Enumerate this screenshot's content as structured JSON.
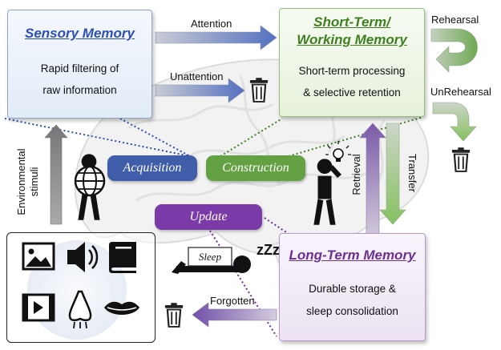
{
  "sensory": {
    "title": "Sensory Memory",
    "line1": "Rapid filtering of",
    "line2": "raw information"
  },
  "working": {
    "title_line1": "Short-Term/",
    "title_line2": "Working Memory",
    "line1": "Short-term processing",
    "line2": "& selective retention"
  },
  "long_term": {
    "title": "Long-Term Memory",
    "line1": "Durable storage &",
    "line2": "sleep consolidation"
  },
  "labels": {
    "attention": "Attention",
    "unattention": "Unattention",
    "rehearsal": "Rehearsal",
    "unrehearsal": "UnRehearsal",
    "transfer": "Transfer",
    "retrieval": "Retrieval",
    "forgotten": "Forgotten",
    "env_line1": "Environmental",
    "env_line2": "stimuli",
    "sleep": "Sleep",
    "zzz": "zZz"
  },
  "processes": {
    "acquisition": "Acquisition",
    "construction": "Construction",
    "update": "Update"
  },
  "colors": {
    "sensory_title": "#2e4fb5",
    "working_title": "#3f7f1f",
    "long_term_title": "#6b2f95",
    "acquisition_pill": "#3f5da8",
    "construction_pill": "#63a142",
    "update_pill": "#7a3aa8"
  },
  "icons": [
    "trash-icon",
    "image-icon",
    "speaker-icon",
    "book-icon",
    "video-icon",
    "nose-icon",
    "lips-icon",
    "brain-icon",
    "globe-icon",
    "lightbulb-icon"
  ]
}
